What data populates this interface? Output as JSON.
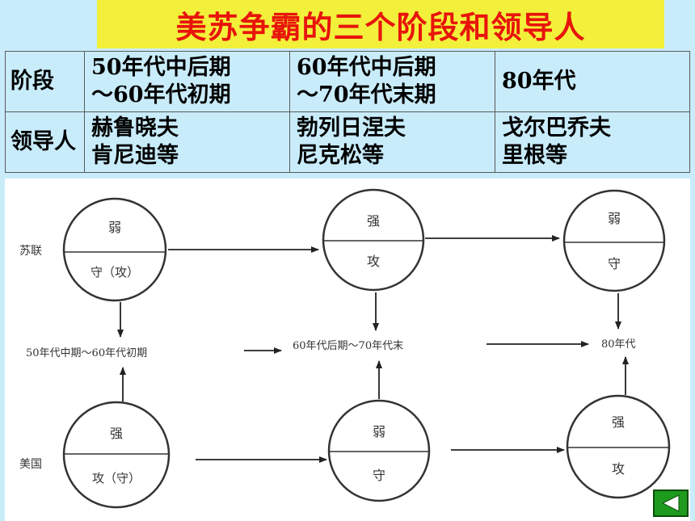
{
  "title": "美苏争霸的三个阶段和领导人",
  "table": {
    "stage_header": "阶段",
    "leader_header": "领导人",
    "stages": [
      {
        "period_line1": "50年代中后期",
        "period_line2": "～60年代初期",
        "leaders_line1": "赫鲁晓夫",
        "leaders_line2": "肯尼迪等"
      },
      {
        "period_line1": "60年代中后期",
        "period_line2": "～70年代末期",
        "leaders_line1": "勃列日涅夫",
        "leaders_line2": "尼克松等"
      },
      {
        "period_line1": "80年代",
        "period_line2": "",
        "leaders_line1": "戈尔巴乔夫",
        "leaders_line2": "里根等"
      }
    ]
  },
  "diagram": {
    "ussr_label": "苏联",
    "usa_label": "美国",
    "periods": [
      "50年代中期～60年代初期",
      "60年代后期～70年代末",
      "80年代"
    ],
    "ussr_states": [
      {
        "top": "弱",
        "bottom": "守（攻）"
      },
      {
        "top": "强",
        "bottom": "攻"
      },
      {
        "top": "弱",
        "bottom": "守"
      }
    ],
    "usa_states": [
      {
        "top": "强",
        "bottom": "攻（守）"
      },
      {
        "top": "弱",
        "bottom": "守"
      },
      {
        "top": "强",
        "bottom": "攻"
      }
    ]
  },
  "colors": {
    "title_bg": "#f2f03a",
    "title_text": "#e8140c",
    "page_bg": "#c9ecfb",
    "nav_button": "#1e9a1e"
  },
  "nav": {
    "back_icon": "triangle-left-icon"
  }
}
